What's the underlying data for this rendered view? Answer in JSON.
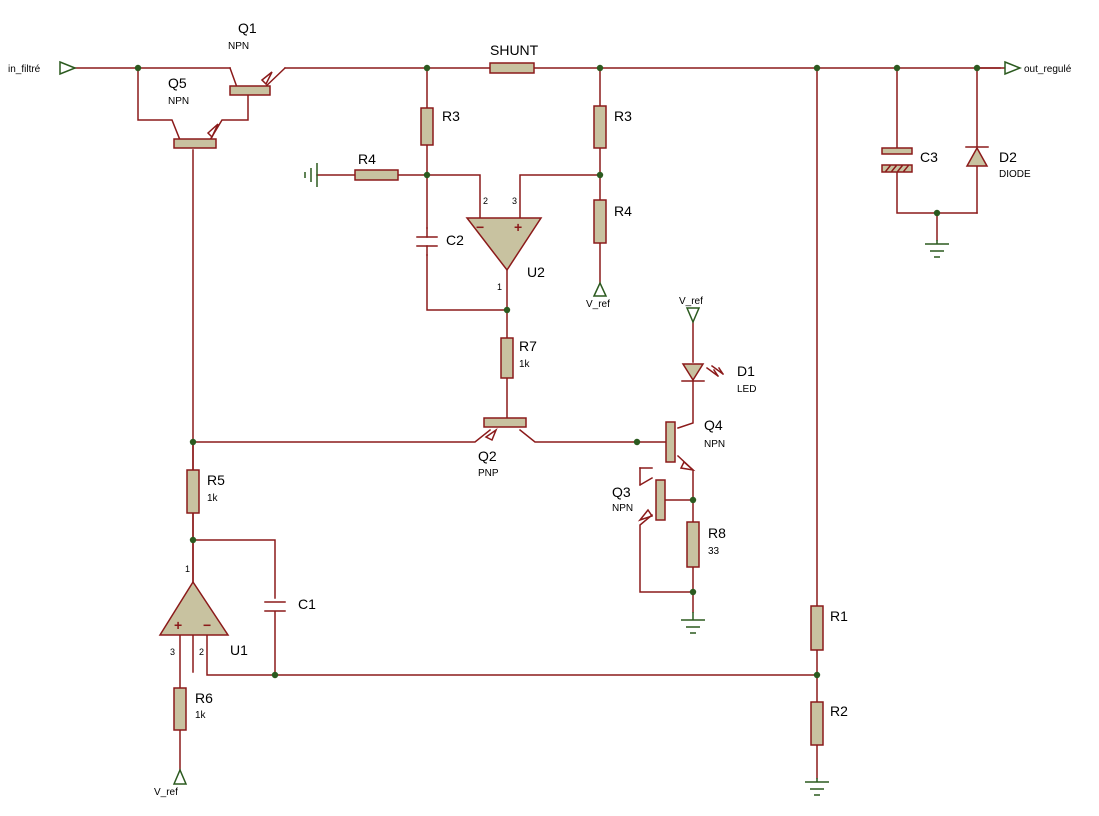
{
  "ports": {
    "in": "in_filtré",
    "out": "out_regulé",
    "vref_u2": "V_ref",
    "vref_d1": "V_ref",
    "vref_u1": "V_ref"
  },
  "components": {
    "Q1": {
      "ref": "Q1",
      "type": "NPN"
    },
    "Q5": {
      "ref": "Q5",
      "type": "NPN"
    },
    "Q2": {
      "ref": "Q2",
      "type": "PNP"
    },
    "Q3": {
      "ref": "Q3",
      "type": "NPN"
    },
    "Q4": {
      "ref": "Q4",
      "type": "NPN"
    },
    "SHUNT": {
      "ref": "SHUNT"
    },
    "R3a": {
      "ref": "R3"
    },
    "R3b": {
      "ref": "R3"
    },
    "R4a": {
      "ref": "R4"
    },
    "R4b": {
      "ref": "R4"
    },
    "R7": {
      "ref": "R7",
      "value": "1k"
    },
    "R5": {
      "ref": "R5",
      "value": "1k"
    },
    "R6": {
      "ref": "R6",
      "value": "1k"
    },
    "R8": {
      "ref": "R8",
      "value": "33"
    },
    "R1": {
      "ref": "R1"
    },
    "R2": {
      "ref": "R2"
    },
    "C1": {
      "ref": "C1"
    },
    "C2": {
      "ref": "C2"
    },
    "C3": {
      "ref": "C3"
    },
    "D1": {
      "ref": "D1",
      "type": "LED"
    },
    "D2": {
      "ref": "D2",
      "type": "DIODE"
    },
    "U1": {
      "ref": "U1",
      "pins": {
        "out": "1",
        "plus": "3",
        "minus": "2"
      },
      "plus_sign": "+",
      "minus_sign": "−"
    },
    "U2": {
      "ref": "U2",
      "pins": {
        "out": "1",
        "minus": "2",
        "plus": "3"
      },
      "plus_sign": "+",
      "minus_sign": "−"
    }
  },
  "colors": {
    "wire": "#8b1a1a",
    "component_fill": "#c8c2a0",
    "junction": "#2b5a1f",
    "terminal": "#2b5a1f"
  }
}
